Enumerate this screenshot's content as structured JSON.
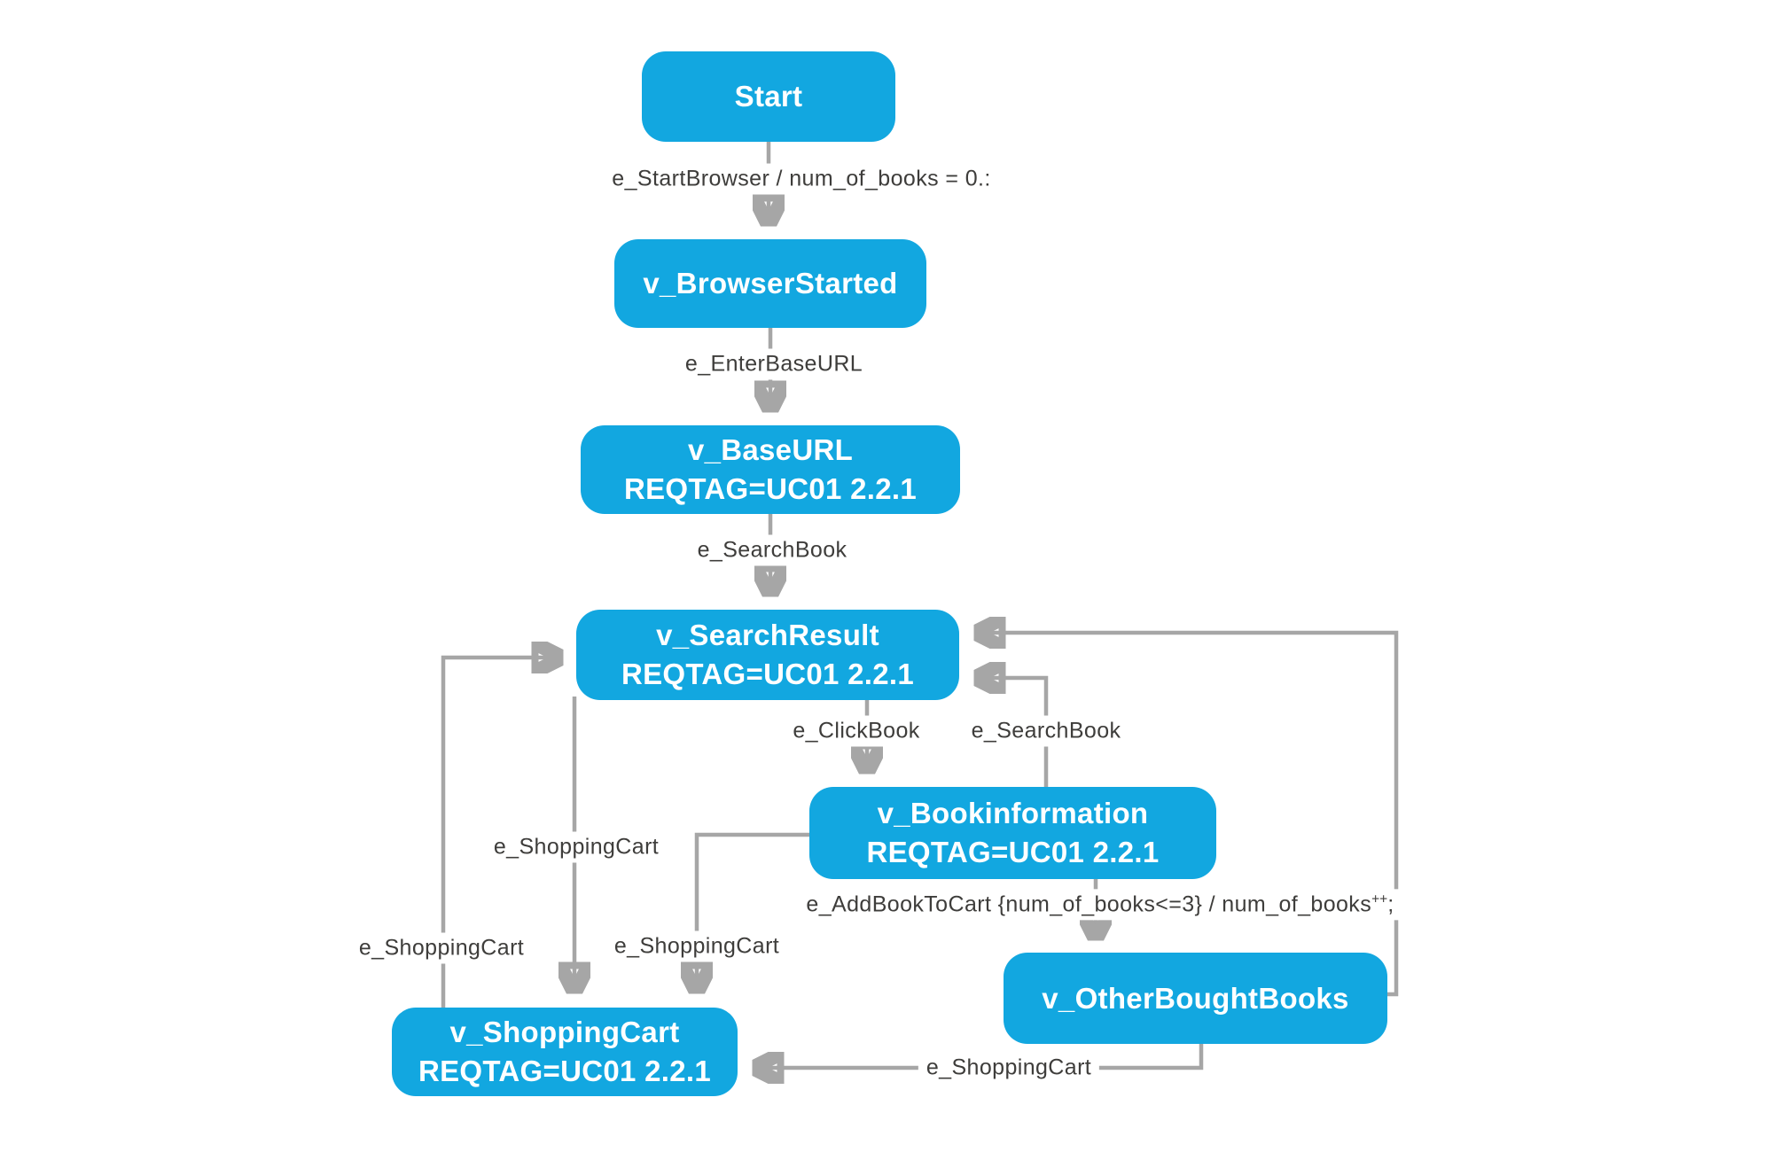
{
  "diagram": {
    "background_color": "#FFFFFF",
    "colors": {
      "node_fill": "#12A7E0",
      "node_text": "#FFFFFF",
      "edge_line": "#A6A6A6",
      "edge_label_text": "#3E3D3B"
    },
    "nodes": {
      "start": {
        "label": "Start"
      },
      "browser_started": {
        "label": "v_BrowserStarted"
      },
      "base_url": {
        "label": "v_BaseURL",
        "reqtag": "REQTAG=UC01 2.2.1"
      },
      "search_result": {
        "label": "v_SearchResult",
        "reqtag": "REQTAG=UC01 2.2.1"
      },
      "book_information": {
        "label": "v_Bookinformation",
        "reqtag": "REQTAG=UC01 2.2.1"
      },
      "other_bought_books": {
        "label": "v_OtherBoughtBooks"
      },
      "shopping_cart": {
        "label": "v_ShoppingCart",
        "reqtag": "REQTAG=UC01 2.2.1"
      }
    },
    "edges": {
      "start_to_browser": {
        "from": "Start",
        "to": "v_BrowserStarted",
        "label": "e_StartBrowser / num_of_books = 0.:"
      },
      "browser_to_baseurl": {
        "from": "v_BrowserStarted",
        "to": "v_BaseURL",
        "label": "e_EnterBaseURL"
      },
      "baseurl_to_searchresult": {
        "from": "v_BaseURL",
        "to": "v_SearchResult",
        "label": "e_SearchBook"
      },
      "searchresult_to_bookinfo": {
        "from": "v_SearchResult",
        "to": "v_Bookinformation",
        "label": "e_ClickBook"
      },
      "bookinfo_to_searchresult": {
        "from": "v_Bookinformation",
        "to": "v_SearchResult",
        "label": "e_SearchBook"
      },
      "bookinfo_to_otherbooks": {
        "from": "v_Bookinformation",
        "to": "v_OtherBoughtBooks",
        "label_pre": "e_AddBookToCart {num_of_books<=3} / num_of_books",
        "label_sup": "++",
        "label_post": ";"
      },
      "otherbooks_to_searchresult": {
        "from": "v_OtherBoughtBooks",
        "to": "v_SearchResult"
      },
      "searchresult_to_cart": {
        "from": "v_SearchResult",
        "to": "v_ShoppingCart",
        "label": "e_ShoppingCart"
      },
      "cart_to_searchresult": {
        "from": "v_ShoppingCart",
        "to": "v_SearchResult",
        "label": "e_ShoppingCart"
      },
      "bookinfo_to_cart": {
        "from": "v_Bookinformation",
        "to": "v_ShoppingCart",
        "label": "e_ShoppingCart"
      },
      "otherbooks_to_cart": {
        "from": "v_OtherBoughtBooks",
        "to": "v_ShoppingCart",
        "label": "e_ShoppingCart"
      }
    }
  }
}
